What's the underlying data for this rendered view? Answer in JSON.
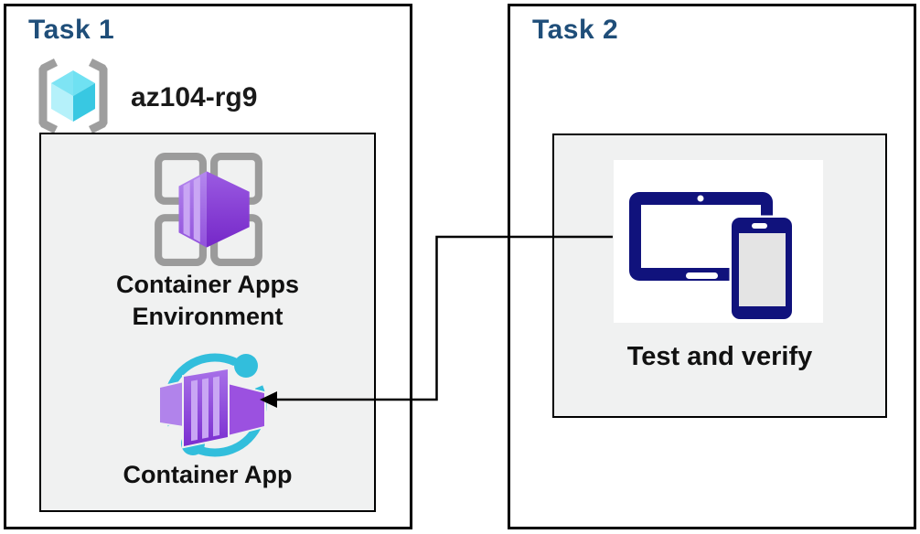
{
  "diagram": {
    "task1": {
      "title": "Task 1",
      "resource_group": {
        "icon": "resource-group-icon",
        "name": "az104-rg9"
      },
      "environment_node": {
        "icon": "container-apps-environment-icon",
        "label_line1": "Container Apps",
        "label_line2": "Environment"
      },
      "container_app_node": {
        "icon": "container-app-icon",
        "label": "Container App"
      }
    },
    "task2": {
      "title": "Task 2",
      "test_node": {
        "icon": "tablet-and-phone-icon",
        "label": "Test and verify"
      }
    },
    "connector": {
      "from": "tablet-and-phone-icon",
      "to": "container-app-icon",
      "style": "elbow-arrow"
    },
    "colors": {
      "page_background": "#FFFFFF",
      "box_border": "#000000",
      "inner_panel_background": "#F0F1F1",
      "task_title": "#1F4E79",
      "label_text": "#111111",
      "device_navy": "#10127C",
      "cyan_accent": "#32BEDC",
      "purple_main": "#8A45D8",
      "purple_light": "#B083EC",
      "bracket_gray": "#9E9E9E",
      "cube_cyan_top": "#6FE1F2",
      "cube_cyan_left": "#B5F1FA",
      "cube_cyan_right": "#38C8E2"
    }
  }
}
